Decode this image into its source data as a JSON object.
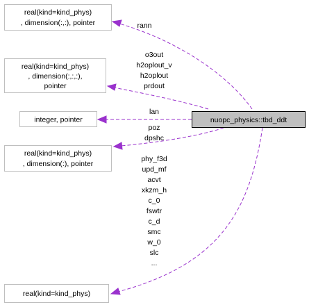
{
  "main_node": {
    "label": "nuopc_physics::tbd_ddt"
  },
  "type_nodes": [
    {
      "lines": [
        "real(kind=kind_phys)",
        ", dimension(:,:), pointer"
      ]
    },
    {
      "lines": [
        "real(kind=kind_phys)",
        ", dimension(:,:,:),",
        "pointer"
      ]
    },
    {
      "lines": [
        "integer, pointer"
      ]
    },
    {
      "lines": [
        "real(kind=kind_phys)",
        ", dimension(:), pointer"
      ]
    },
    {
      "lines": [
        "real(kind=kind_phys)"
      ]
    }
  ],
  "edges": [
    {
      "labels": [
        "rann"
      ]
    },
    {
      "labels": [
        "o3out",
        "h2oplout_v",
        "h2oplout",
        "prdout"
      ]
    },
    {
      "labels": [
        "lan"
      ]
    },
    {
      "labels": [
        "poz",
        "dpshc"
      ]
    },
    {
      "labels": [
        "phy_f3d",
        "upd_mf",
        "acvt",
        "xkzm_h",
        "c_0",
        "fswtr",
        "c_d",
        "smc",
        "w_0",
        "slc",
        "..."
      ]
    }
  ],
  "colors": {
    "edge": "#9a32cd",
    "main_fill": "#bfbfbf",
    "node_border": "#bfbfbf"
  }
}
